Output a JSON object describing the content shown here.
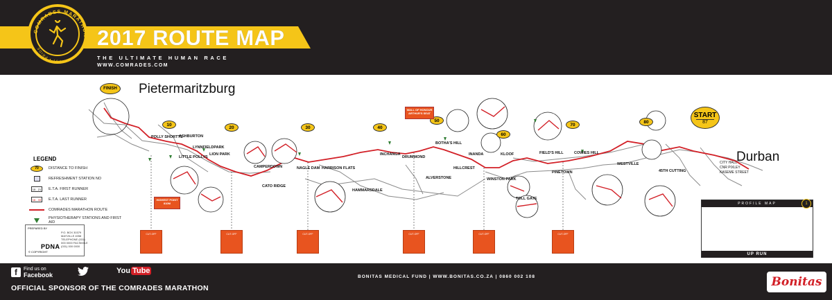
{
  "header": {
    "title": "2017 ROUTE MAP",
    "tagline": "THE ULTIMATE HUMAN RACE",
    "website": "WWW.COMRADES.COM",
    "logo_text_top": "COMRADES MARATHON",
    "logo_text_bottom": "TRUST • PRIDE"
  },
  "map": {
    "city_left": "Pietermaritzburg",
    "city_right": "Durban",
    "finish_label": "FINISH",
    "start_label": "START",
    "start_distance": "87",
    "km_markers": [
      "10",
      "20",
      "30",
      "40",
      "50",
      "60",
      "70",
      "80"
    ],
    "places": [
      "POLLY SHORTTS",
      "ASHBURTON",
      "LYNNFIELDPARK",
      "LION PARK",
      "LITTLE POLLYS",
      "CAMPERDOWN",
      "CATO RIDGE",
      "NAGLE DAM",
      "HARRISON FLATS",
      "INCHANGA",
      "DRUMMOND",
      "HAMMARSDALE",
      "ALVERSTONE",
      "BOTHA'S HILL",
      "INANDA",
      "HILLCREST",
      "WINSTON PARK",
      "KLOOF",
      "FIELD'S HILL",
      "PINETOWN",
      "COWIES HILL",
      "WESTVILLE",
      "45TH CUTTING",
      "TOLL GATE"
    ],
    "end_streets": [
      "CITY HALL",
      "CNR PIXLEY",
      "KASEME STREET"
    ],
    "highest_point_label": "HIGHEST POINT",
    "highest_point_value": "810M",
    "wall_of_honour": "WALL OF HONOUR ARTHUR'S SEAT",
    "cutoff_label": "CUT-OFF"
  },
  "legend": {
    "title": "LEGEND",
    "items": [
      {
        "symbol": "70",
        "text": "DISTANCE TO FINISH"
      },
      {
        "symbol": "",
        "text": "REFRESHMENT STATION NO"
      },
      {
        "symbol": "15 - 21",
        "text": "E.T.A. FIRST RUNNER"
      },
      {
        "symbol": "16 - 33",
        "text": "E.T.A. LAST RUNNER"
      },
      {
        "symbol": "",
        "text": "COMRADES MARATHON ROUTE"
      },
      {
        "symbol": "",
        "text": "PHYSIOTHERAPY STATIONS AND FIRST AID"
      }
    ]
  },
  "prepared": {
    "label": "PREPARED BY",
    "company": "PDNA",
    "copyright": "© COPYRIGHT",
    "address": "P.O. BOX 30379 MAYVILLE 4058 TELEPHONE (031) 000 0000 FACSIMILE (031) 000 0000"
  },
  "profile": {
    "title": "PROFILE MAP",
    "footer": "UP RUN",
    "badge": "1"
  },
  "footer": {
    "facebook_small": "Find us on",
    "facebook_big": "Facebook",
    "youtube_a": "You",
    "youtube_b": "Tube",
    "sponsor": "OFFICIAL SPONSOR OF THE COMRADES MARATHON",
    "bonitas_info": "BONITAS MEDICAL FUND  |  WWW.BONITAS.CO.ZA  |  0860 002 108",
    "bonitas_logo": "Bonitas"
  },
  "colors": {
    "brand_yellow": "#f5c518",
    "dark": "#231f20",
    "route_red": "#d21f26",
    "cutoff_orange": "#e8541f"
  }
}
